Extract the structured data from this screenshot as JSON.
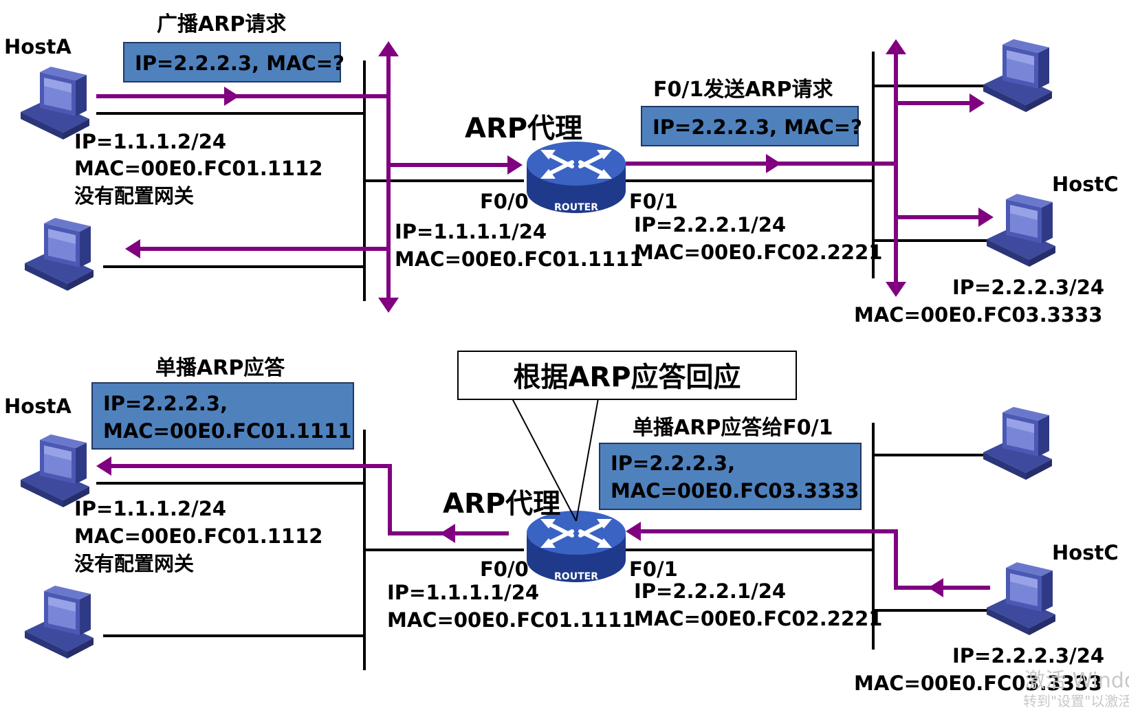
{
  "colors": {
    "arrow": "#800080",
    "packet_box_fill": "#4f81bd",
    "packet_box_stroke": "#1f3864",
    "router_body": "#2e4fa8",
    "router_top": "#3a63c4",
    "pc_screen": "#4a5ab0",
    "pc_body": "#5562b8",
    "line": "#000000"
  },
  "top": {
    "hostA_label": "HostA",
    "hostC_label": "HostC",
    "broadcast_caption": "广播ARP请求",
    "request_box": "IP=2.2.2.3, MAC=?",
    "hostA_ip": "IP=1.1.1.2/24",
    "hostA_mac": "MAC=00E0.FC01.1112",
    "hostA_note": "没有配置网关",
    "proxy_label": "ARP代理",
    "f00_label": "F0/0",
    "f01_label": "F0/1",
    "router_text": "ROUTER",
    "f00_ip": "IP=1.1.1.1/24",
    "f00_mac": "MAC=00E0.FC01.1111",
    "f01_caption": "F0/1发送ARP请求",
    "f01_request_box": "IP=2.2.2.3, MAC=?",
    "f01_ip": "IP=2.2.2.1/24",
    "f01_mac": "MAC=00E0.FC02.2221",
    "hostC_ip": "IP=2.2.2.3/24",
    "hostC_mac": "MAC=00E0.FC03.3333"
  },
  "bottom": {
    "hostA_label": "HostA",
    "hostC_label": "HostC",
    "unicast_caption": "单播ARP应答",
    "reply_box_line1": "IP=2.2.2.3,",
    "reply_box_line2": "MAC=00E0.FC01.1111",
    "callout_text": "根据ARP应答回应",
    "hostA_ip": "IP=1.1.1.2/24",
    "hostA_mac": "MAC=00E0.FC01.1112",
    "hostA_note": "没有配置网关",
    "proxy_label": "ARP代理",
    "f00_label": "F0/0",
    "f01_label": "F0/1",
    "router_text": "ROUTER",
    "f00_ip": "IP=1.1.1.1/24",
    "f00_mac": "MAC=00E0.FC01.1111",
    "f01_caption": "单播ARP应答给F0/1",
    "f01_reply_line1": "IP=2.2.2.3,",
    "f01_reply_line2": "MAC=00E0.FC03.3333",
    "f01_ip": "IP=2.2.2.1/24",
    "f01_mac": "MAC=00E0.FC02.2221",
    "hostC_ip": "IP=2.2.2.3/24",
    "hostC_mac": "MAC=00E0.FC03.3333"
  },
  "watermark": {
    "line1": "激活 Windows",
    "line2": "转到\"设置\"以激活"
  }
}
